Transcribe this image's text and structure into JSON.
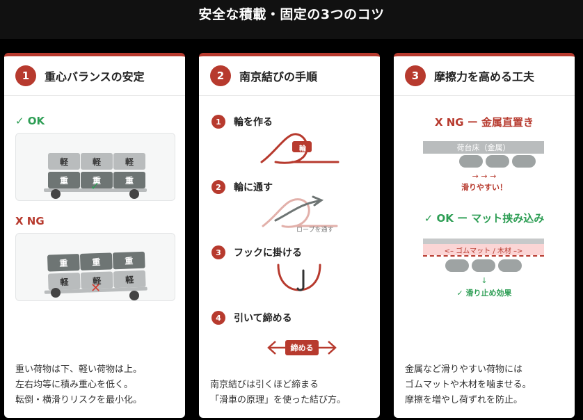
{
  "header": {
    "title": "安全な積載・固定の3つのコツ"
  },
  "colors": {
    "accent": "#b73a2e",
    "ok": "#2e9e55"
  },
  "cards": [
    {
      "num": "1",
      "title": "重心バランスの安定",
      "ok_label": "✓ OK",
      "ng_label": "X NG",
      "box_light": "軽",
      "box_heavy": "重",
      "footer": [
        "重い荷物は下、軽い荷物は上。",
        "左右均等に積み重心を低く。",
        "転倒・横滑りリスクを最小化。"
      ]
    },
    {
      "num": "2",
      "title": "南京結びの手順",
      "steps": [
        {
          "num": "1",
          "label": "輪を作る"
        },
        {
          "num": "2",
          "label": "輪に通す"
        },
        {
          "num": "3",
          "label": "フックに掛ける"
        },
        {
          "num": "4",
          "label": "引いて締める"
        }
      ],
      "loop_label": "輪",
      "rope_label": "ロープを通す",
      "tighten_label": "締める",
      "footer": [
        "南京結びは引くほど締まる",
        "「滑車の原理」を使った結び方。"
      ]
    },
    {
      "num": "3",
      "title": "摩擦力を高める工夫",
      "ng_label": "X NG ー 金属直置き",
      "bed_label": "荷台床（金属）",
      "arrows": "→ → →",
      "slip_label": "滑りやすい！",
      "ok_label": "✓ OK ー マット挟み込み",
      "mat_label": "<– ゴムマット / 木材 –>",
      "down_arrow": "↓",
      "stop_label": "✓ 滑り止め効果",
      "footer": [
        "金属など滑りやすい荷物には",
        "ゴムマットや木材を噛ませる。",
        "摩擦を増やし荷ずれを防止。"
      ]
    }
  ]
}
